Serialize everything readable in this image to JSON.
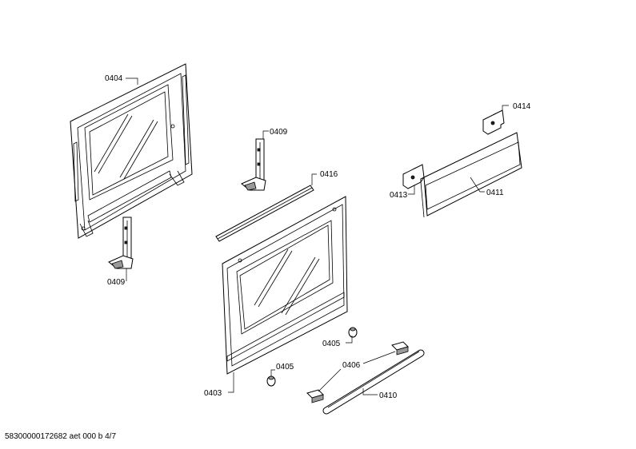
{
  "labels": {
    "l0404": "0404",
    "l0409a": "0409",
    "l0409b": "0409",
    "l0416": "0416",
    "l0414": "0414",
    "l0413": "0413",
    "l0411": "0411",
    "l0405a": "0405",
    "l0405b": "0405",
    "l0406": "0406",
    "l0403": "0403",
    "l0410": "0410"
  },
  "footer": "58300000172682 aet 000 b 4/7"
}
